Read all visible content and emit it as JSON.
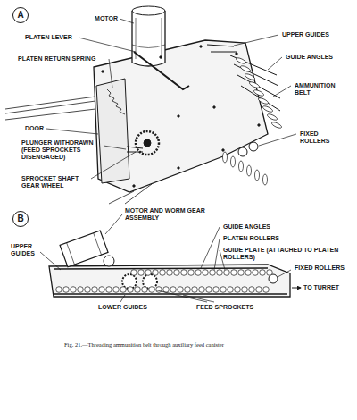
{
  "diagram": {
    "caption": "Fig. 21.—Threading ammunition belt through auxiliary feed canister",
    "nodes": [
      {
        "text": [
          "A"
        ]
      },
      {
        "text": [
          "B"
        ]
      }
    ],
    "labels": [
      "MOTOR",
      "PLATEN LEVER",
      "PLATEN RETURN SPRING",
      "UPPER GUIDES",
      "GUIDE ANGLES",
      "AMMUNITION BELT",
      "FIXED ROLLERS",
      "DOOR",
      "PLUNGER WITHDRAWN (FEED SPROCKETS DISENGAGED)",
      "SPROCKET SHAFT GEAR WHEEL",
      "MOTOR AND WORM GEAR ASSEMBLY",
      "GUIDE ANGLES",
      "PLATEN ROLLERS",
      "GUIDE PLATE (ATTACHED TO PLATEN ROLLERS)",
      "FIXED ROLLERS",
      "TO TURRET",
      "UPPER GUIDES",
      "LOWER GUIDES",
      "FEED SPROCKETS"
    ]
  }
}
